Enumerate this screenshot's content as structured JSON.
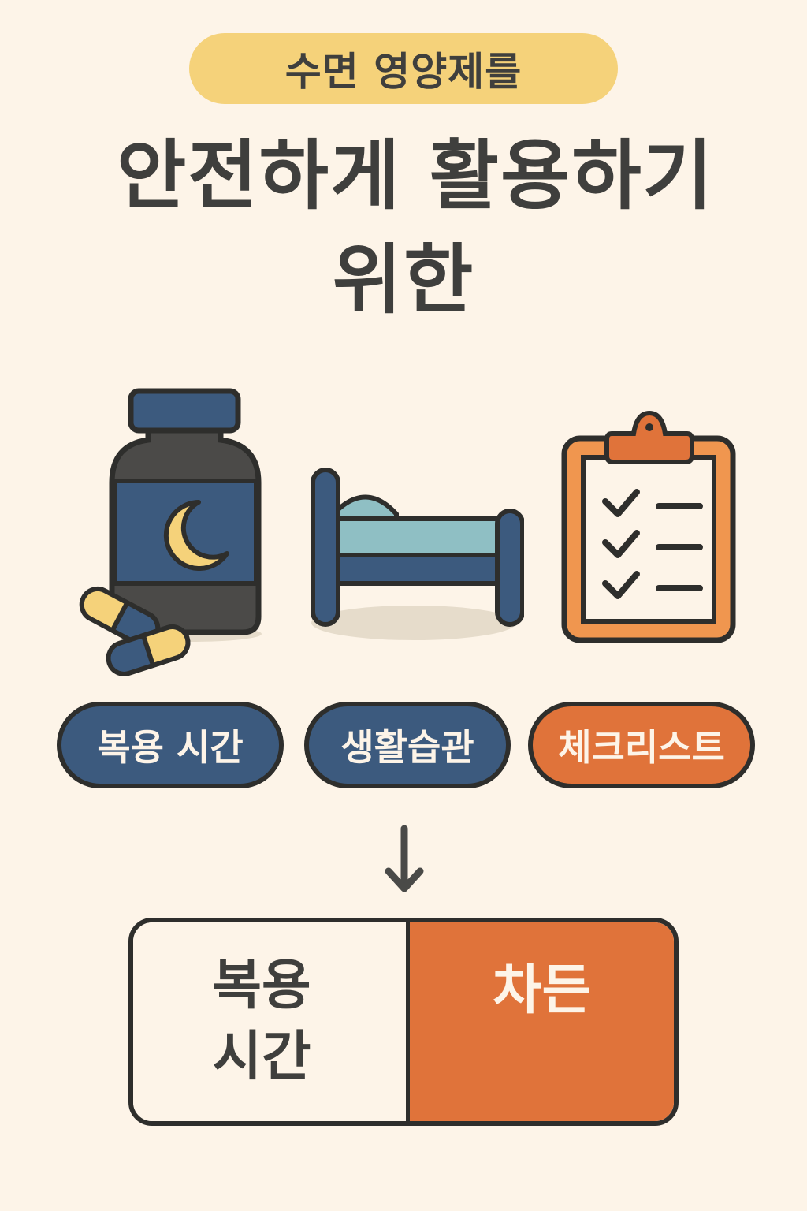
{
  "header": {
    "subtitle": "수면 영양제를",
    "title_line1": "안전하게 활용하기",
    "title_line2": "위한"
  },
  "illustrations": [
    {
      "name": "supplement-bottle",
      "icon": "pill-bottle-moon-icon"
    },
    {
      "name": "bed",
      "icon": "bed-icon"
    },
    {
      "name": "clipboard-checklist",
      "icon": "clipboard-checklist-icon"
    }
  ],
  "categories": [
    {
      "label": "복용 시간",
      "color": "#3c5a7e"
    },
    {
      "label": "생활습관",
      "color": "#3c5a7e"
    },
    {
      "label": "체크리스트",
      "color": "#e0733a"
    }
  ],
  "flow": {
    "arrow_icon": "arrow-down-icon"
  },
  "result": {
    "left_line1": "복용",
    "left_line2": "시간",
    "right_text": "차든"
  },
  "colors": {
    "background": "#fdf4e8",
    "subtitle_pill": "#f5d27a",
    "text_dark": "#3f3f3d",
    "navy": "#3c5a7e",
    "orange": "#e0733a",
    "outline": "#2e2e2c",
    "bed_light": "#8fbfc4",
    "moon_yellow": "#f5d27a"
  }
}
